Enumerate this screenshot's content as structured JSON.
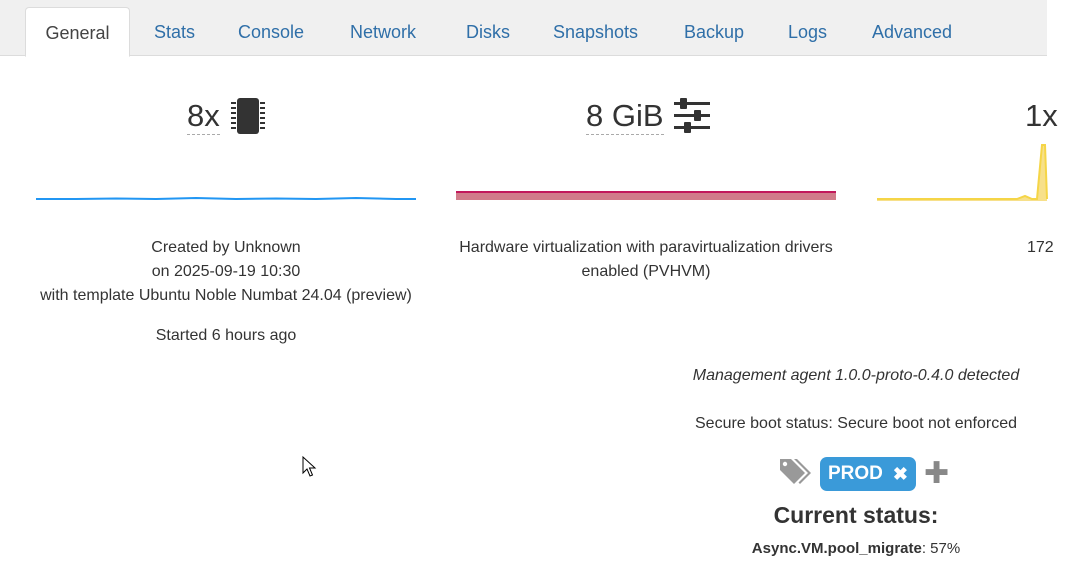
{
  "tabs": [
    {
      "label": "General",
      "active": true
    },
    {
      "label": "Stats"
    },
    {
      "label": "Console"
    },
    {
      "label": "Network"
    },
    {
      "label": "Disks"
    },
    {
      "label": "Snapshots"
    },
    {
      "label": "Backup"
    },
    {
      "label": "Logs"
    },
    {
      "label": "Advanced"
    }
  ],
  "stats": {
    "cpu": {
      "value": "8x",
      "icon": "cpu-chip-icon",
      "color": "#2196f3"
    },
    "memory": {
      "value": "8 GiB",
      "icon": "sliders-icon",
      "color": "#c2185b"
    },
    "network": {
      "value": "1x",
      "icon": "network-icon",
      "color": "#f5d547"
    }
  },
  "created": {
    "line1": "Created by Unknown",
    "line2": "on 2025-09-19 10:30",
    "line3": "with template Ubuntu Noble Numbat 24.04 (preview)",
    "started": "Started 6 hours ago"
  },
  "virtualization": {
    "line1": "Hardware virtualization with paravirtualization drivers",
    "line2": "enabled (PVHVM)"
  },
  "ip_partial": "172",
  "agent": "Management agent 1.0.0-proto-0.4.0 detected",
  "secure_boot": "Secure boot status: Secure boot not enforced",
  "tags": {
    "icon": "tags-icon",
    "items": [
      "PROD"
    ],
    "remove_icon": "close-icon",
    "add_icon": "plus-icon"
  },
  "status": {
    "title": "Current status:",
    "task_name": "Async.VM.pool_migrate",
    "task_suffix": ": 57%"
  }
}
